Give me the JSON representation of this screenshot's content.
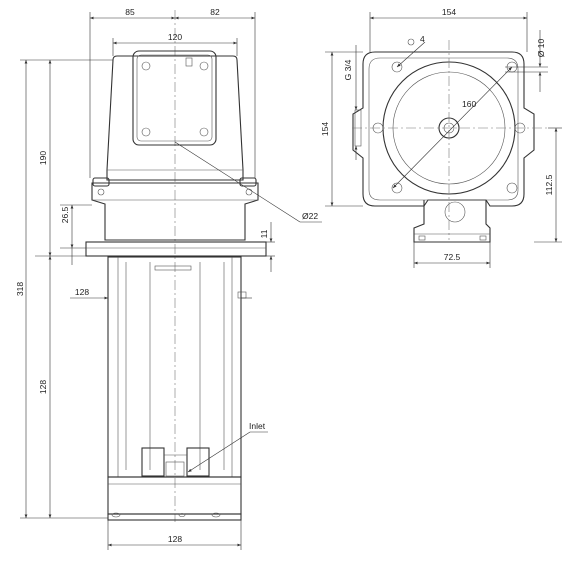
{
  "dimensions": {
    "top_left": "85",
    "top_right": "82",
    "box_width": "120",
    "total_height": "318",
    "motor_height": "190",
    "flange_offset": "26.5",
    "flange_thickness": "11",
    "body_width": "128",
    "lower_height": "128",
    "base_width": "128",
    "outlet_diameter": "Ø22",
    "side_width": "154",
    "bolt_count": "4",
    "hole_diameter": "Ø 10",
    "thread": "G 3/4",
    "circle_diameter": "160",
    "side_height": "154",
    "center_height": "112.5",
    "foot_width": "72.5"
  },
  "labels": {
    "inlet": "Inlet"
  }
}
